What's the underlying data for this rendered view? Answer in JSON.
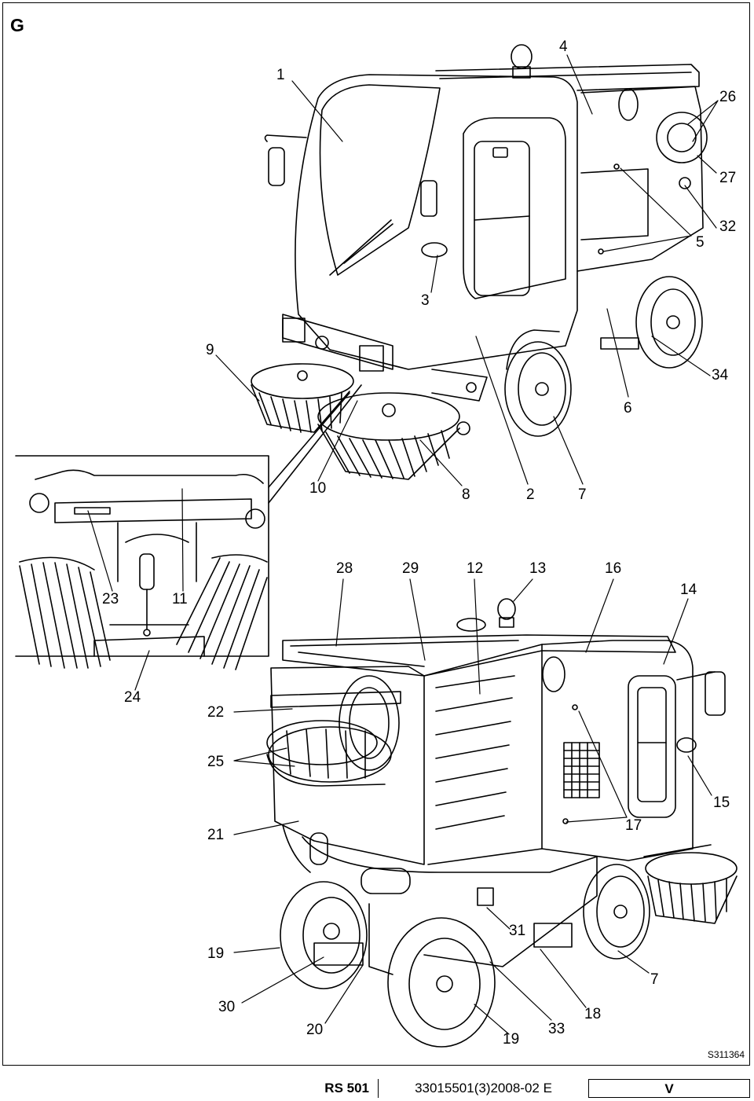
{
  "section_letter": "G",
  "reference_code": "S311364",
  "footer": {
    "model": "RS 501",
    "document_number": "33015501(3)2008-02 E",
    "language": "V"
  },
  "callouts": [
    "1",
    "4",
    "26",
    "27",
    "32",
    "5",
    "3",
    "9",
    "34",
    "6",
    "10",
    "8",
    "2",
    "7",
    "28",
    "29",
    "12",
    "13",
    "16",
    "14",
    "23",
    "11",
    "24",
    "22",
    "25",
    "15",
    "17",
    "21",
    "31",
    "19",
    "7",
    "30",
    "18",
    "20",
    "33",
    "19"
  ]
}
